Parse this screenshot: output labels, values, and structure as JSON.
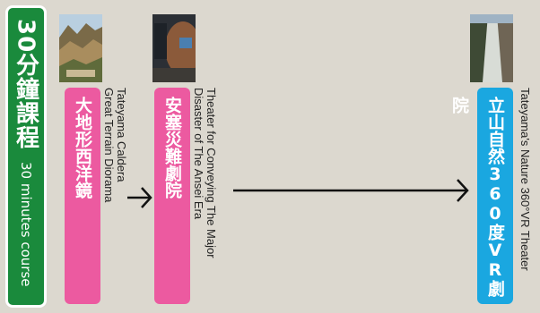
{
  "course": {
    "title": "30分鐘課程",
    "subtitle": "30 minutes course"
  },
  "stops": [
    {
      "label_zh": "大地形西洋鏡",
      "caption_line1": "Tateyama Caldera",
      "caption_line2": "Great Terrain Diorama"
    },
    {
      "label_zh": "安塞災難劇院",
      "caption_line1": "Theater for Conveying The Major",
      "caption_line2": "Disaster of The Ansei Era"
    },
    {
      "label_zh": "立山自然360度VR劇院",
      "caption_line1": "Tateyama's Nature  360°VR Theater"
    }
  ],
  "colors": {
    "background": "#dcd8cf",
    "course_green": "#1a8a3c",
    "pill_pink": "#ec5aa0",
    "pill_blue": "#1aa7e0"
  }
}
